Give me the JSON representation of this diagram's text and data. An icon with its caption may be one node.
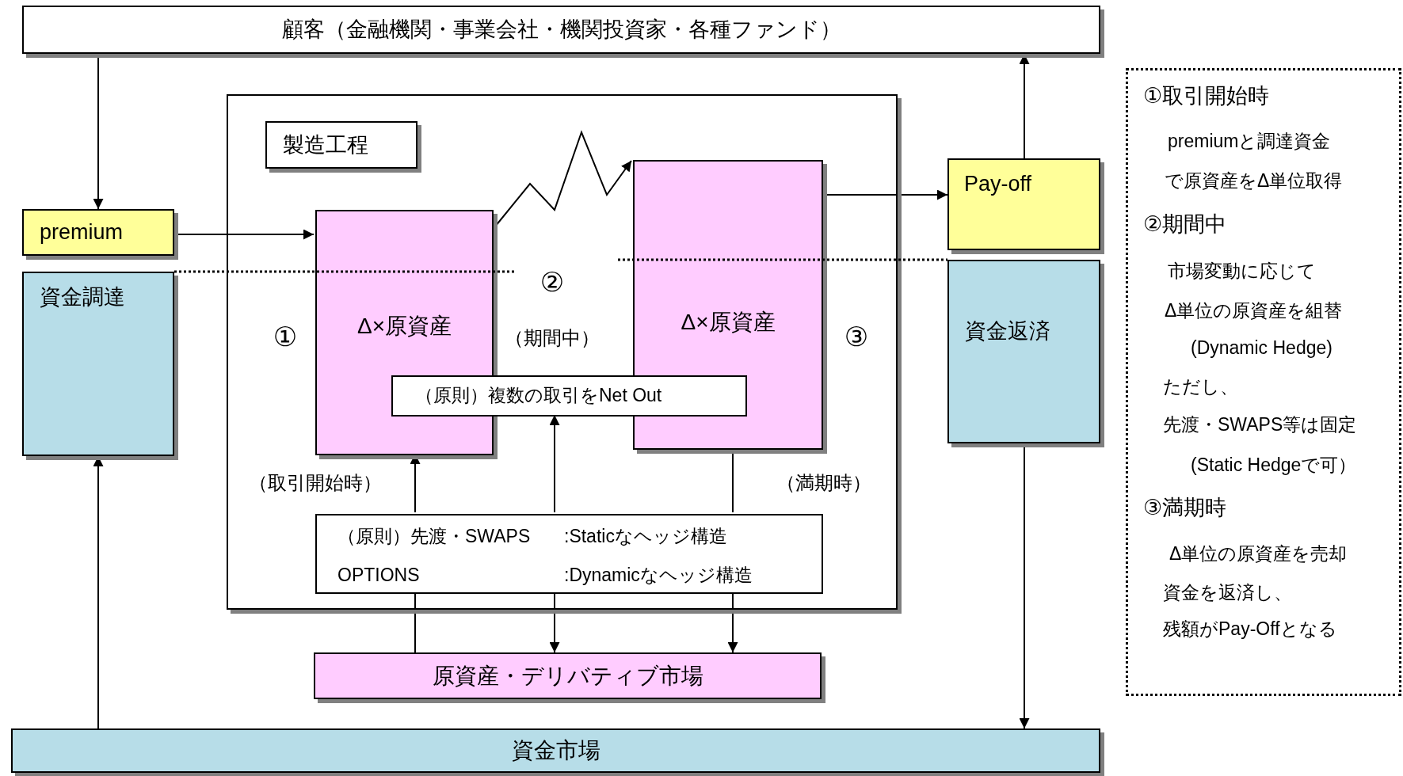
{
  "diagram": {
    "nodes": [
      {
        "text": [
          "顧客（金融機関・事業会社・機関投資家・各種ファンド）"
        ]
      },
      {
        "text": [],
        "shape": "box"
      },
      {
        "text": [
          "製造工程"
        ],
        "in": 1
      },
      {
        "text": [
          "premium"
        ]
      },
      {
        "text": [
          "資金調達"
        ]
      },
      {
        "text": [
          "Δ×原資産"
        ],
        "in": 1
      },
      {
        "text": [
          "Δ×原資産"
        ],
        "in": 1
      },
      {
        "text": [
          "（原則）複数の取引をNet Out"
        ],
        "in": 1
      },
      {
        "text": [
          "（原則）先渡・SWAPS",
          ":Staticなヘッジ構造",
          "OPTIONS",
          ":Dynamicなヘッジ構造"
        ],
        "in": 1
      },
      {
        "text": [
          "Pay-off"
        ]
      },
      {
        "text": [
          "資金返済"
        ]
      },
      {
        "text": [
          "原資産・デリバティブ市場"
        ]
      },
      {
        "text": [
          "資金市場"
        ]
      },
      {
        "text": [
          "①取引開始時",
          "premiumと調達資金",
          "で原資産をΔ単位取得",
          "②期間中",
          "市場変動に応じて",
          "Δ単位の原資産を組替",
          "(Dynamic Hedge)",
          "ただし、",
          "先渡・SWAPS等は固定",
          "(Static Hedgeで可）",
          "③満期時",
          "Δ単位の原資産を売却",
          "資金を返済し、",
          "残額がPay-Offとなる"
        ]
      }
    ],
    "edges": [
      {
        "from": 0,
        "to": 3,
        "arrow": "to"
      },
      {
        "from": 3,
        "to": 5,
        "arrow": "to"
      },
      {
        "from": 12,
        "to": 4,
        "arrow": "to"
      },
      {
        "from": 5,
        "to": 6,
        "arrow": "to"
      },
      {
        "from": 6,
        "to": 9,
        "arrow": "to"
      },
      {
        "from": 9,
        "to": 0,
        "arrow": "to"
      },
      {
        "from": 10,
        "to": 12,
        "arrow": "to"
      },
      {
        "from": 11,
        "to": 8,
        "arrow": "none"
      },
      {
        "from": 8,
        "to": 5,
        "arrow": "to"
      },
      {
        "from": 8,
        "to": 7,
        "arrow": "to"
      },
      {
        "from": 8,
        "to": 11,
        "arrow": "to"
      },
      {
        "from": 6,
        "to": 8,
        "arrow": "none"
      },
      {
        "from": 8,
        "to": 11,
        "arrow": "to"
      }
    ],
    "labels": [
      "②",
      "①",
      "（期間中）",
      "③",
      "（取引開始時）",
      "（満期時）"
    ]
  }
}
